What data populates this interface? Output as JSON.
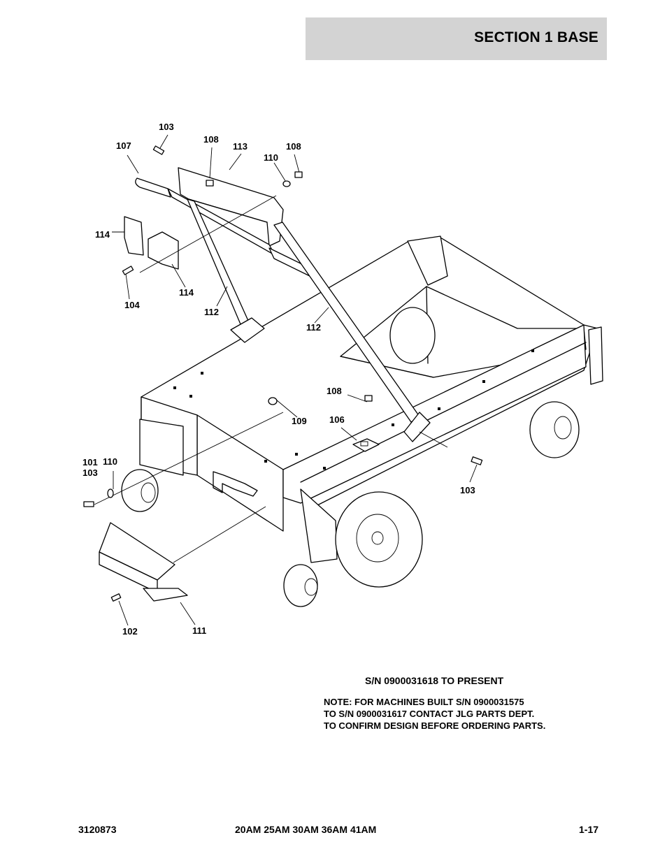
{
  "header": {
    "section_title": "SECTION 1  BASE"
  },
  "callouts": [
    {
      "id": "c103a",
      "text": "103"
    },
    {
      "id": "c107",
      "text": "107"
    },
    {
      "id": "c108a",
      "text": "108"
    },
    {
      "id": "c113",
      "text": "113"
    },
    {
      "id": "c110a",
      "text": "110"
    },
    {
      "id": "c108b",
      "text": "108"
    },
    {
      "id": "c114a",
      "text": "114"
    },
    {
      "id": "c104",
      "text": "104"
    },
    {
      "id": "c114b",
      "text": "114"
    },
    {
      "id": "c112a",
      "text": "112"
    },
    {
      "id": "c112b",
      "text": "112"
    },
    {
      "id": "c108c",
      "text": "108"
    },
    {
      "id": "c109",
      "text": "109"
    },
    {
      "id": "c106",
      "text": "106"
    },
    {
      "id": "c101",
      "text": "101"
    },
    {
      "id": "c110b",
      "text": "110"
    },
    {
      "id": "c103b",
      "text": "103"
    },
    {
      "id": "c103c",
      "text": "103"
    },
    {
      "id": "c102",
      "text": "102"
    },
    {
      "id": "c111",
      "text": "111"
    }
  ],
  "serial_range": "S/N 0900031618 TO PRESENT",
  "note_lines": [
    "NOTE: FOR MACHINES BUILT S/N 0900031575",
    "TO S/N 0900031617 CONTACT JLG PARTS DEPT.",
    "TO CONFIRM DESIGN BEFORE ORDERING PARTS."
  ],
  "footer": {
    "doc_number": "3120873",
    "models": "20AM 25AM 30AM 36AM 41AM",
    "page": "1-17"
  }
}
